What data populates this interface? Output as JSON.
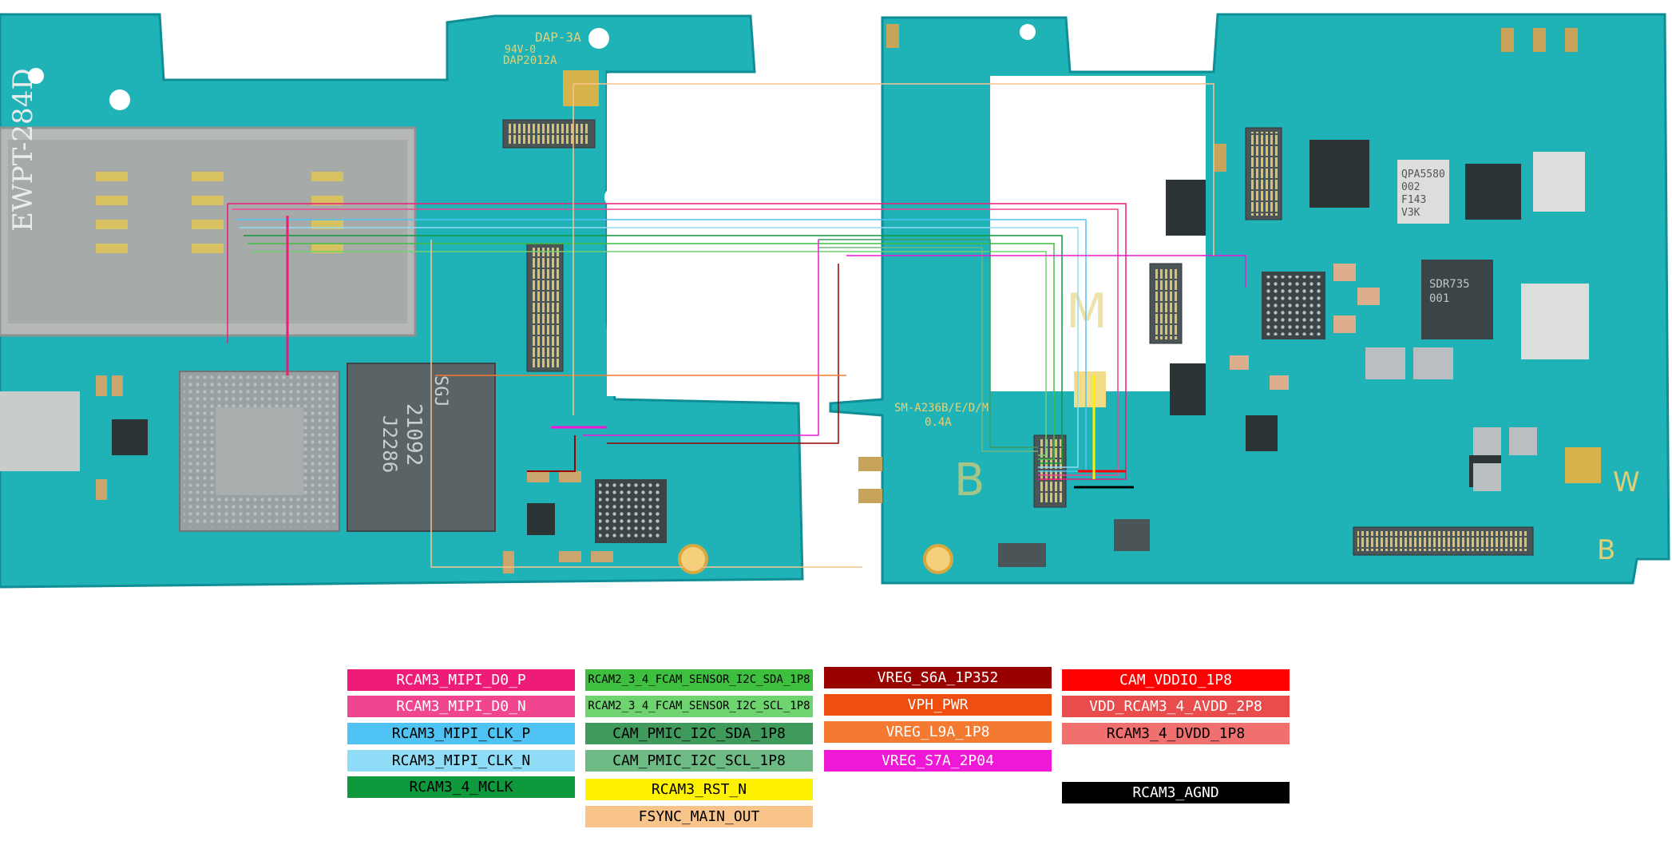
{
  "colors": {
    "board": "#1fb3b8",
    "board_edge": "#0f8f95",
    "copper": "#e0d27a",
    "pad": "#c8c8c0",
    "chip": "#3b4547"
  },
  "board": {
    "silkscreen": {
      "left_top": "DAP-3A",
      "left_top_2": "94V-0",
      "left_top_3": "DAP2012A",
      "sim_reader": "EWPT-284D",
      "chip_text_1": "21092",
      "chip_text_2": "SGJ",
      "chip_text_3": "J2286",
      "model": "SM-A236B/E/D/M",
      "revision": "0.4A",
      "module_1": "QPA5580",
      "module_2": "002",
      "module_3": "F143",
      "module_4": "V3K",
      "ic_text_1": "SDR735",
      "ic_text_2": "001",
      "letter_m": "M",
      "letter_b_left": "B",
      "letter_b_right": "B",
      "letter_w": "W"
    }
  },
  "legend": {
    "col1": [
      {
        "label": "RCAM3_MIPI_D0_P",
        "bg": "#ee1c78",
        "fg": "#ffffff"
      },
      {
        "label": "RCAM3_MIPI_D0_N",
        "bg": "#f0458f",
        "fg": "#ffffff"
      },
      {
        "label": "RCAM3_MIPI_CLK_P",
        "bg": "#4fc3f3",
        "fg": "#000000"
      },
      {
        "label": "RCAM3_MIPI_CLK_N",
        "bg": "#8fdcf7",
        "fg": "#000000"
      },
      {
        "label": "RCAM3_4_MCLK",
        "bg": "#0e9a3c",
        "fg": "#000000"
      }
    ],
    "col2": [
      {
        "label": "RCAM2_3_4_FCAM_SENSOR_I2C_SDA_1P8",
        "bg": "#3fbf3f",
        "fg": "#000000",
        "small": true
      },
      {
        "label": "RCAM2_3_4_FCAM_SENSOR_I2C_SCL_1P8",
        "bg": "#6fd36f",
        "fg": "#000000",
        "small": true
      },
      {
        "label": "CAM_PMIC_I2C_SDA_1P8",
        "bg": "#3f9a5c",
        "fg": "#000000"
      },
      {
        "label": "CAM_PMIC_I2C_SCL_1P8",
        "bg": "#6dba84",
        "fg": "#000000"
      },
      {
        "label": "RCAM3_RST_N",
        "bg": "#fff200",
        "fg": "#000000"
      },
      {
        "label": "FSYNC_MAIN_OUT",
        "bg": "#f9c48a",
        "fg": "#000000"
      }
    ],
    "col3": [
      {
        "label": "VREG_S6A_1P352",
        "bg": "#990000",
        "fg": "#ffffff"
      },
      {
        "label": "VPH_PWR",
        "bg": "#f04e0f",
        "fg": "#ffffff"
      },
      {
        "label": "VREG_L9A_1P8",
        "bg": "#f47a31",
        "fg": "#ffffff"
      },
      {
        "label": "VREG_S7A_2P04",
        "bg": "#ee18d6",
        "fg": "#ffffff"
      }
    ],
    "col4": [
      {
        "label": "CAM_VDDIO_1P8",
        "bg": "#ff0000",
        "fg": "#ffffff"
      },
      {
        "label": "VDD_RCAM3_4_AVDD_2P8",
        "bg": "#e84c4c",
        "fg": "#ffffff"
      },
      {
        "label": "RCAM3_4_DVDD_1P8",
        "bg": "#f07070",
        "fg": "#000000"
      },
      {
        "label": "RCAM3_AGND",
        "bg": "#000000",
        "fg": "#ffffff"
      }
    ]
  }
}
